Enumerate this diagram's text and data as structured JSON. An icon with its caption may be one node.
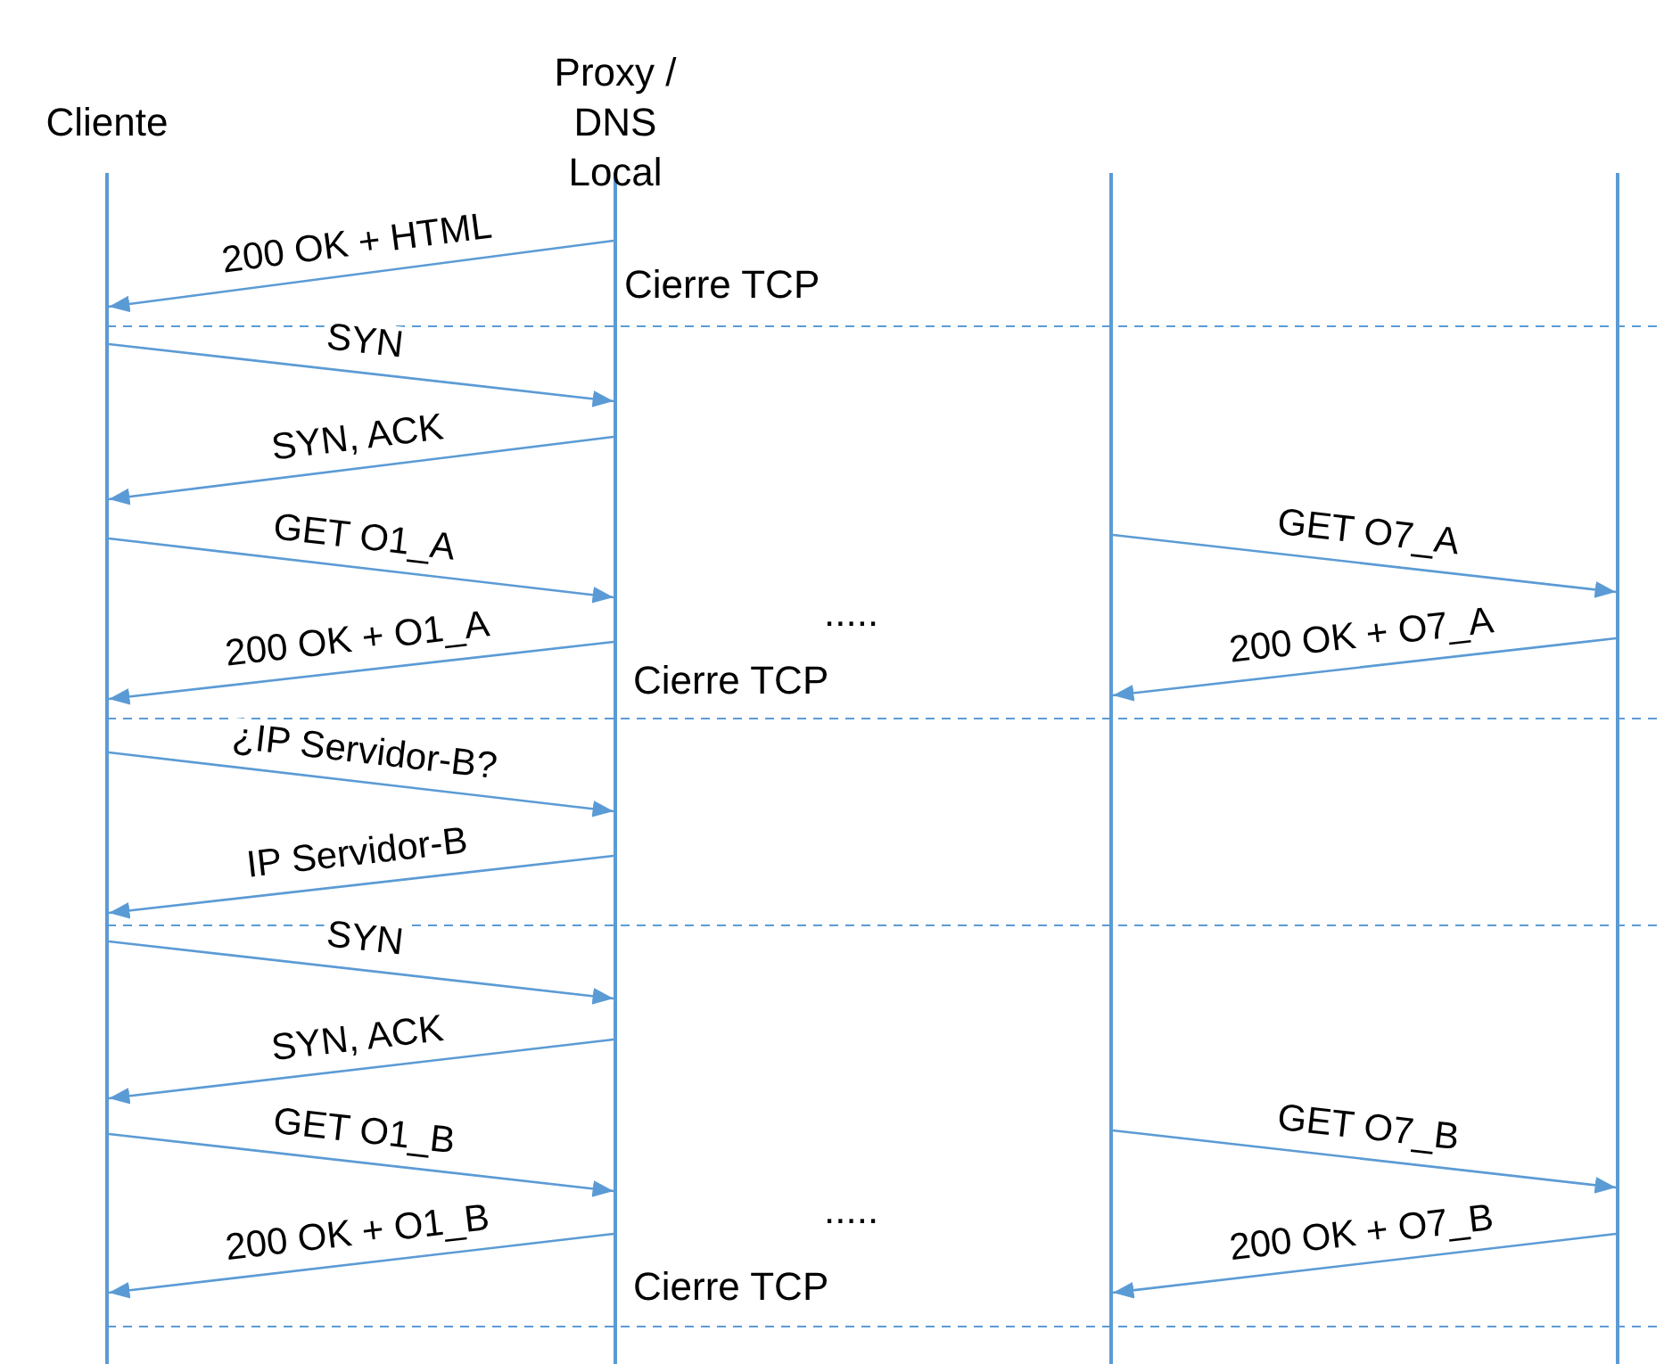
{
  "diagram": {
    "nodes": [
      {
        "text": [
          "Cliente"
        ]
      },
      {
        "text": [
          "Proxy / DNS Local"
        ]
      },
      {
        "text": [],
        "shape": "line"
      },
      {
        "text": [],
        "shape": "line"
      }
    ],
    "edges": [
      {
        "from": 1,
        "to": 0,
        "arrow": "to",
        "label": "200 OK + HTML"
      },
      {
        "from": 0,
        "to": 1,
        "arrow": "to",
        "label": "SYN"
      },
      {
        "from": 1,
        "to": 0,
        "arrow": "to",
        "label": "SYN, ACK"
      },
      {
        "from": 0,
        "to": 1,
        "arrow": "to",
        "label": "GET O1_A"
      },
      {
        "from": 1,
        "to": 0,
        "arrow": "to",
        "label": "200 OK + O1_A"
      },
      {
        "from": 2,
        "to": 3,
        "arrow": "to",
        "label": "GET O7_A"
      },
      {
        "from": 3,
        "to": 2,
        "arrow": "to",
        "label": "200 OK + O7_A"
      },
      {
        "from": 0,
        "to": 1,
        "arrow": "to",
        "label": "¿IP Servidor-B?"
      },
      {
        "from": 1,
        "to": 0,
        "arrow": "to",
        "label": "IP Servidor-B"
      },
      {
        "from": 0,
        "to": 1,
        "arrow": "to",
        "label": "SYN"
      },
      {
        "from": 1,
        "to": 0,
        "arrow": "to",
        "label": "SYN, ACK"
      },
      {
        "from": 0,
        "to": 1,
        "arrow": "to",
        "label": "GET O1_B"
      },
      {
        "from": 1,
        "to": 0,
        "arrow": "to",
        "label": "200 OK + O1_B"
      },
      {
        "from": 2,
        "to": 3,
        "arrow": "to",
        "label": "GET O7_B"
      },
      {
        "from": 3,
        "to": 2,
        "arrow": "to",
        "label": "200 OK + O7_B"
      }
    ],
    "labels": [
      "Cierre TCP",
      ".....",
      "Cierre TCP",
      ".....",
      "Cierre TCP"
    ]
  }
}
